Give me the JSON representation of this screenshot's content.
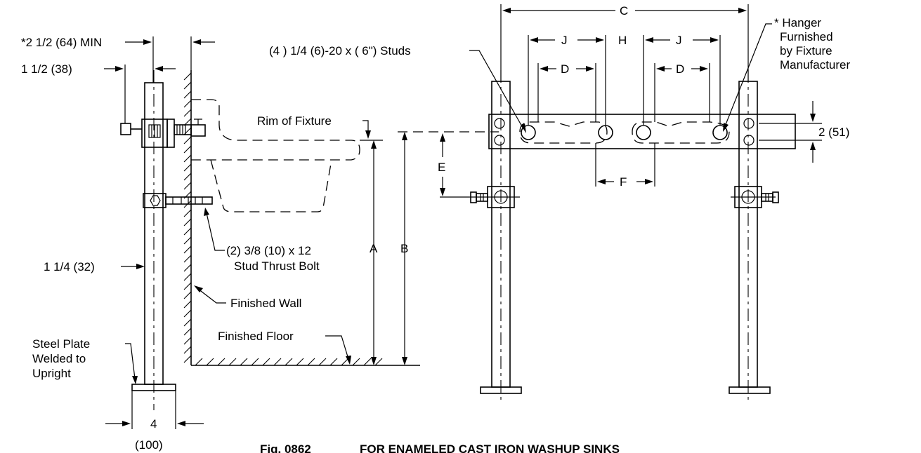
{
  "labels": {
    "min_clearance": "*2 1/2 (64) MIN",
    "offset_1_half": "1 1/2 (38)",
    "studs": "(4 ) 1/4 (6)-20 x ( 6\") Studs",
    "rim_of_fixture": "Rim of Fixture",
    "thrust_bolt_line1": "(2) 3/8 (10) x 12",
    "thrust_bolt_line2": "Stud Thrust Bolt",
    "pipe_size": "1 1/4 (32)",
    "finished_wall": "Finished Wall",
    "finished_floor": "Finished Floor",
    "steel_plate_line1": "Steel Plate",
    "steel_plate_line2": "Welded to",
    "steel_plate_line3": "Upright",
    "plate_width": "4",
    "plate_width_mm": "(100)",
    "dim_a": "A",
    "dim_b": "B",
    "dim_c": "C",
    "dim_d_left": "D",
    "dim_d_right": "D",
    "dim_e": "E",
    "dim_f": "F",
    "dim_h": "H",
    "dim_j_left": "J",
    "dim_j_right": "J",
    "hanger_line1": "* Hanger",
    "hanger_line2": "Furnished",
    "hanger_line3": "by Fixture",
    "hanger_line4": "Manufacturer",
    "hanger_height": "2 (51)"
  },
  "caption": {
    "fig_number": "Fig. 0862",
    "fig_title": "FOR ENAMELED CAST IRON WASHUP SINKS"
  }
}
